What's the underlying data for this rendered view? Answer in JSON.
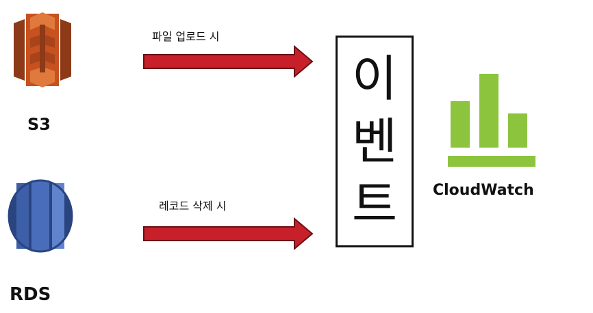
{
  "sources": [
    {
      "label": "S3",
      "icon": "aws-s3-icon",
      "arrow_label": "파일 업로드 시"
    },
    {
      "label": "RDS",
      "icon": "aws-rds-icon",
      "arrow_label": "레코드 삭제 시"
    }
  ],
  "event": {
    "chars": [
      "이",
      "벤",
      "트"
    ]
  },
  "target": {
    "label": "CloudWatch",
    "icon": "cloudwatch-icon"
  },
  "colors": {
    "s3": "#c7511f",
    "s3_dark": "#8c3a17",
    "rds": "#3d5fa8",
    "rds_dark": "#2a4480",
    "arrow": "#c8202a",
    "cloudwatch": "#8cc43e"
  }
}
